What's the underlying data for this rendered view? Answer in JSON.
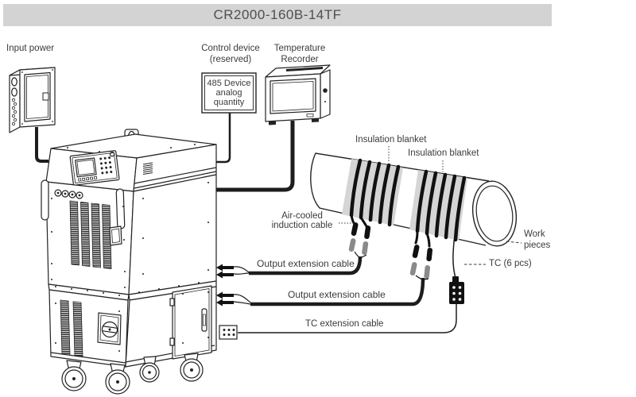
{
  "title": "CR2000-160B-14TF",
  "labels": {
    "input_power": "Input power",
    "control_device": [
      "Control device",
      "(reserved)"
    ],
    "temperature_recorder": [
      "Temperature",
      "Recorder"
    ],
    "device_485": [
      "485 Device",
      "analog",
      "quantity"
    ],
    "insulation_blanket_left": "Insulation blanket",
    "insulation_blanket_right": "Insulation blanket",
    "air_cooled_induction_cable": [
      "Air-cooled",
      "induction cable"
    ],
    "output_extension_cable_top": "Output extension cable",
    "output_extension_cable_bottom": "Output extension cable",
    "tc_extension_cable": "TC extension cable",
    "work_pieces": [
      "Work",
      "pieces"
    ],
    "tc_6_pcs": "TC (6 pcs)"
  },
  "colors": {
    "line_art": "#232323",
    "title_band_bg": "#d3d3d3",
    "title_text": "#4f4f4f",
    "insulation_blanket": "#d5d5d5",
    "connector_gray": "#8a8a8a",
    "label_text": "#3b3b3b"
  }
}
